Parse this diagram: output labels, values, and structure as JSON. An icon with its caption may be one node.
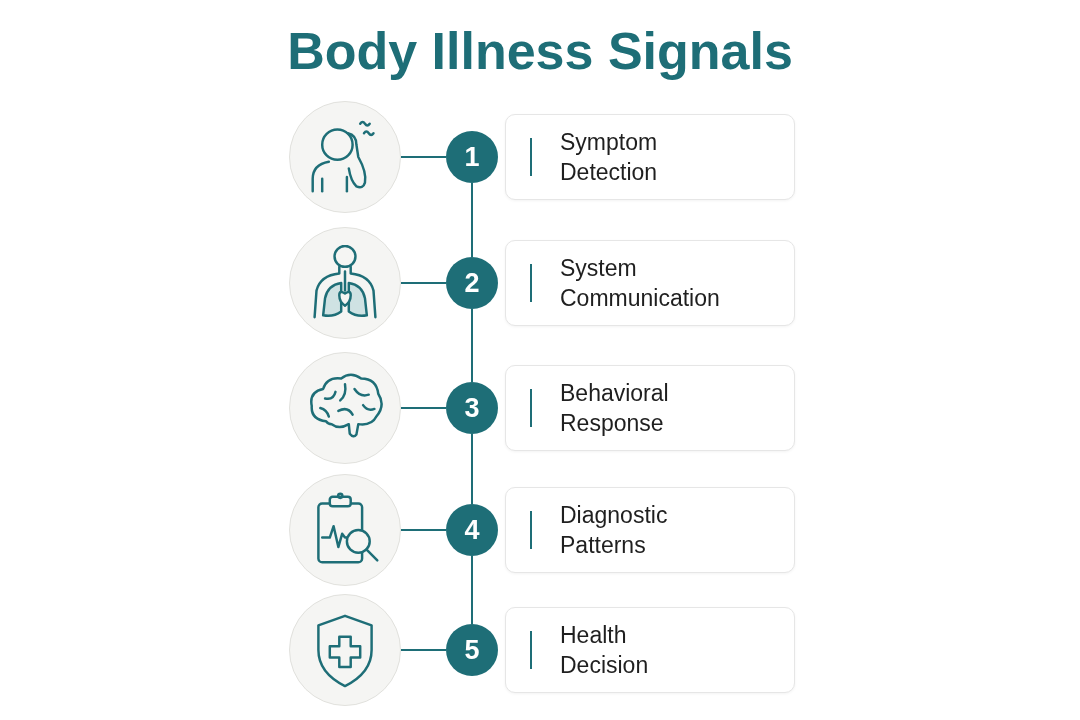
{
  "diagram": {
    "title": "Body Illness Signals",
    "nodes": [
      {
        "text": [],
        "shape": "picture"
      },
      {
        "text": [
          "1"
        ]
      },
      {
        "text": [
          "Symptom Detection"
        ]
      },
      {
        "text": [],
        "shape": "picture"
      },
      {
        "text": [
          "2"
        ]
      },
      {
        "text": [
          "System Communication"
        ]
      },
      {
        "text": [],
        "shape": "picture"
      },
      {
        "text": [
          "3"
        ]
      },
      {
        "text": [
          "Behavioral Response"
        ]
      },
      {
        "text": [],
        "shape": "picture"
      },
      {
        "text": [
          "4"
        ]
      },
      {
        "text": [
          "Diagnostic Patterns"
        ]
      },
      {
        "text": [],
        "shape": "picture"
      },
      {
        "text": [
          "5"
        ]
      },
      {
        "text": [
          "Health Decision"
        ]
      }
    ],
    "edges": [
      {
        "from": 0,
        "to": 1,
        "arrow": "none"
      },
      {
        "from": 1,
        "to": 4,
        "arrow": "none"
      },
      {
        "from": 3,
        "to": 4,
        "arrow": "none"
      },
      {
        "from": 4,
        "to": 7,
        "arrow": "none"
      },
      {
        "from": 6,
        "to": 7,
        "arrow": "none"
      },
      {
        "from": 7,
        "to": 10,
        "arrow": "none"
      },
      {
        "from": 9,
        "to": 10,
        "arrow": "none"
      },
      {
        "from": 10,
        "to": 13,
        "arrow": "none"
      },
      {
        "from": 12,
        "to": 13,
        "arrow": "none"
      }
    ]
  }
}
